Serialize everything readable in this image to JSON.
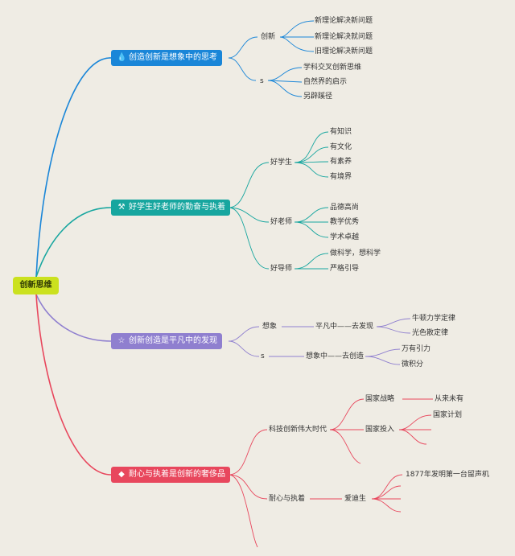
{
  "root": "创新思维",
  "colors": {
    "background": "#efece4",
    "root": "#cbe11f",
    "branch1": "#1a86d8",
    "branch2": "#17a69f",
    "branch3": "#8f7fcf",
    "branch4": "#e8475d"
  },
  "branches": [
    {
      "label": "创造创新是想象中的思考",
      "icon": "water-drop-icon",
      "children": [
        {
          "label": "创新",
          "children": [
            "新理论解决新问题",
            "新理论解决就问题",
            "旧理论解决新问题"
          ]
        },
        {
          "label": "s",
          "children": [
            "学科交叉创新思维",
            "自然界的启示",
            "另辟蹊径"
          ]
        }
      ]
    },
    {
      "label": "好学生好老师的勤奋与执着",
      "icon": "tools-icon",
      "children": [
        {
          "label": "好学生",
          "children": [
            "有知识",
            "有文化",
            "有素养",
            "有境界"
          ]
        },
        {
          "label": "好老师",
          "children": [
            "品德高尚",
            "教学优秀",
            "学术卓越"
          ]
        },
        {
          "label": "好导师",
          "children": [
            "做科学，想科学",
            "严格引导"
          ]
        }
      ]
    },
    {
      "label": "创新创造是平凡中的发现",
      "icon": "star-icon",
      "children": [
        {
          "label": "想象",
          "sub": "平凡中——去发现",
          "children": [
            "牛顿力学定律",
            "光色散定律"
          ]
        },
        {
          "label": "s",
          "sub": "想象中——去创造",
          "children": [
            "万有引力",
            "微积分"
          ]
        }
      ]
    },
    {
      "label": "耐心与执着是创新的奢侈品",
      "icon": "diamond-icon",
      "children": [
        {
          "label": "科技创新伟大时代",
          "children": [
            {
              "label": "国家战略",
              "children": [
                "从来未有"
              ]
            },
            {
              "label": "国家投入",
              "children": [
                "国家计划"
              ]
            }
          ]
        },
        {
          "label": "耐心与执着",
          "sub": "爱迪生",
          "children": [
            "1877年发明第一台留声机"
          ]
        }
      ]
    }
  ]
}
